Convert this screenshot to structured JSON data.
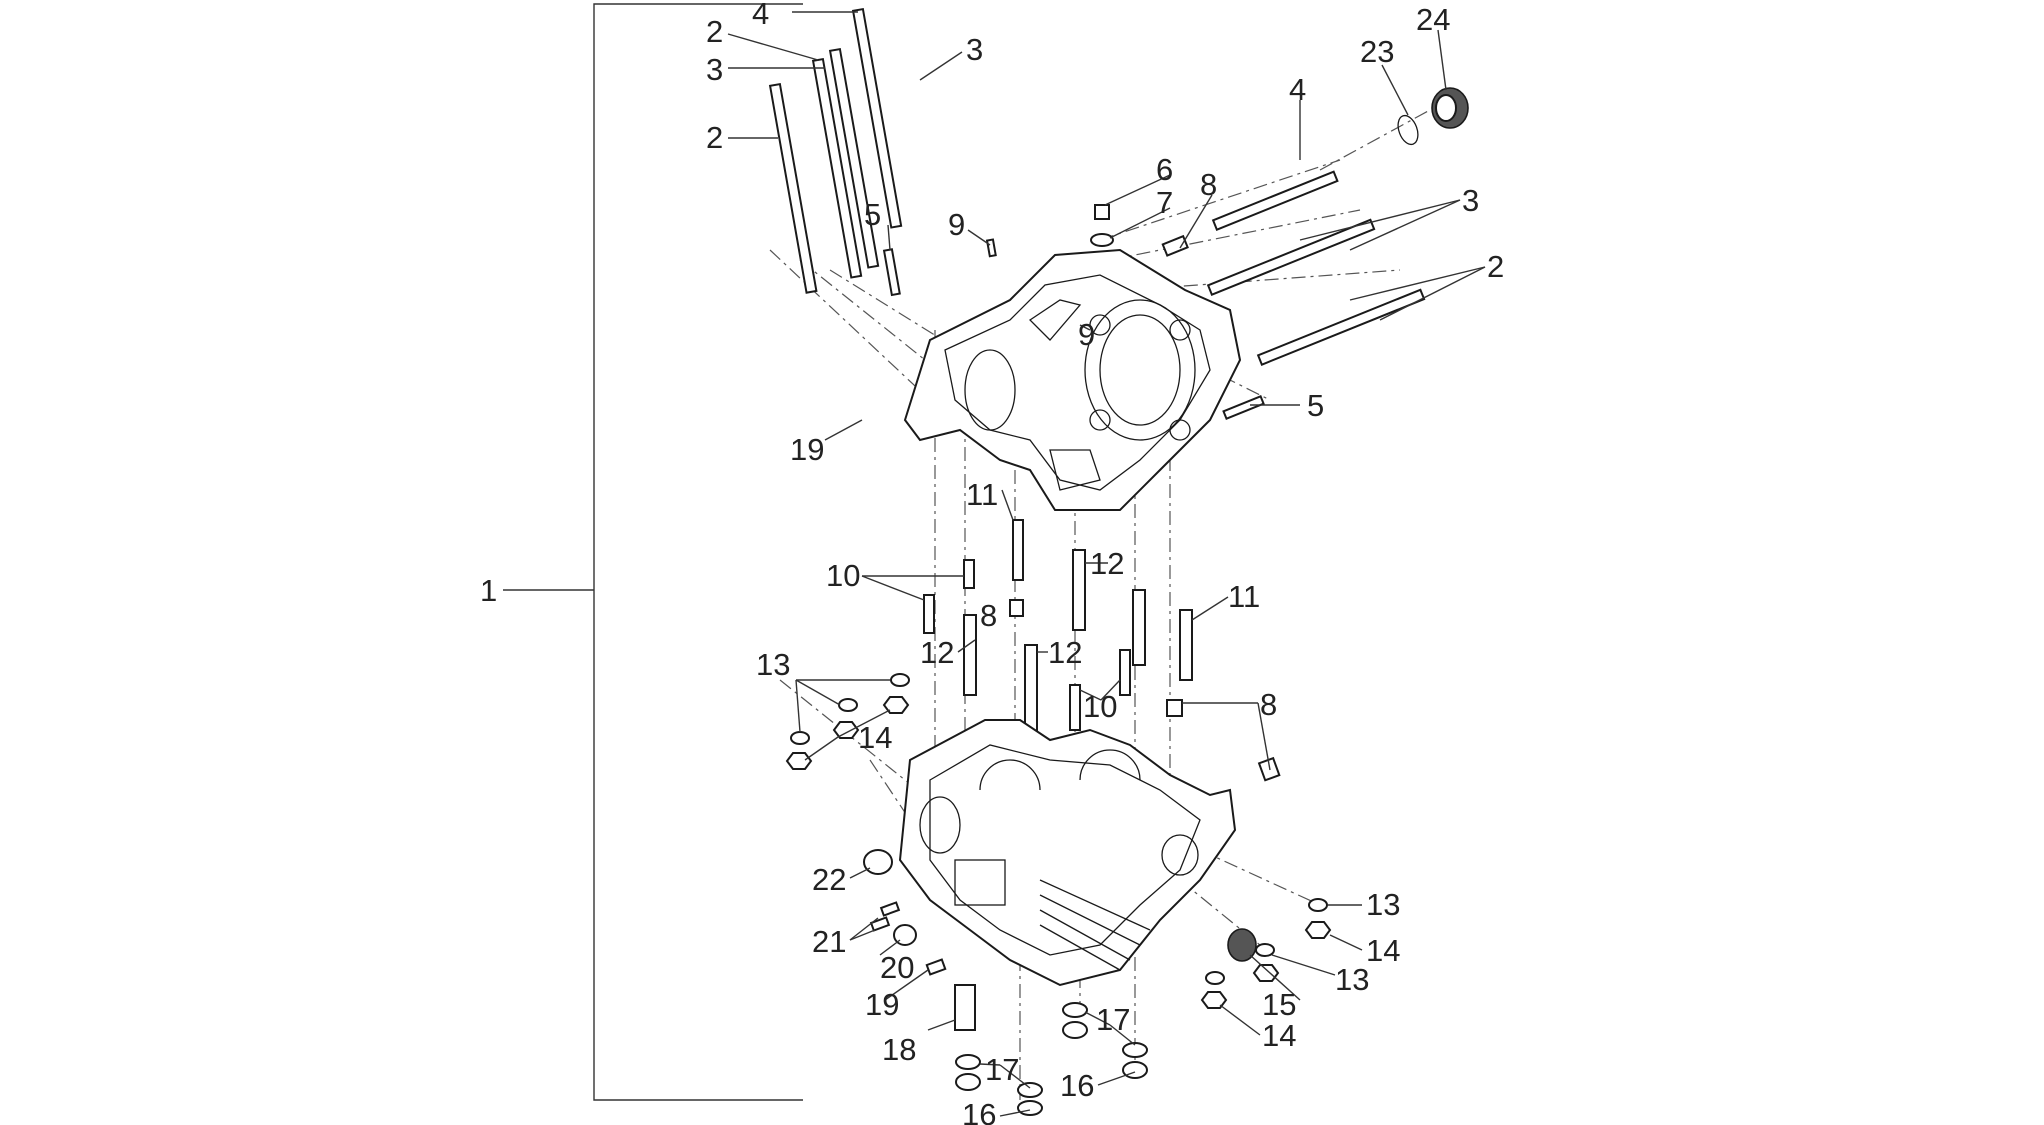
{
  "diagram": {
    "labels": [
      {
        "id": "c1",
        "text": "1"
      },
      {
        "id": "c2a",
        "text": "2"
      },
      {
        "id": "c2b",
        "text": "2"
      },
      {
        "id": "c2c",
        "text": "2"
      },
      {
        "id": "c3a",
        "text": "3"
      },
      {
        "id": "c3b",
        "text": "3"
      },
      {
        "id": "c3c",
        "text": "3"
      },
      {
        "id": "c4a",
        "text": "4"
      },
      {
        "id": "c4b",
        "text": "4"
      },
      {
        "id": "c5a",
        "text": "5"
      },
      {
        "id": "c5b",
        "text": "5"
      },
      {
        "id": "c6",
        "text": "6"
      },
      {
        "id": "c7",
        "text": "7"
      },
      {
        "id": "c8a",
        "text": "8"
      },
      {
        "id": "c8b",
        "text": "8"
      },
      {
        "id": "c8c",
        "text": "8"
      },
      {
        "id": "c9a",
        "text": "9"
      },
      {
        "id": "c9b",
        "text": "9"
      },
      {
        "id": "c10a",
        "text": "10"
      },
      {
        "id": "c10b",
        "text": "10"
      },
      {
        "id": "c11a",
        "text": "11"
      },
      {
        "id": "c11b",
        "text": "11"
      },
      {
        "id": "c12a",
        "text": "12"
      },
      {
        "id": "c12b",
        "text": "12"
      },
      {
        "id": "c12c",
        "text": "12"
      },
      {
        "id": "c13a",
        "text": "13"
      },
      {
        "id": "c13b",
        "text": "13"
      },
      {
        "id": "c13c",
        "text": "13"
      },
      {
        "id": "c14a",
        "text": "14"
      },
      {
        "id": "c14b",
        "text": "14"
      },
      {
        "id": "c14c",
        "text": "14"
      },
      {
        "id": "c15",
        "text": "15"
      },
      {
        "id": "c16a",
        "text": "16"
      },
      {
        "id": "c16b",
        "text": "16"
      },
      {
        "id": "c17a",
        "text": "17"
      },
      {
        "id": "c17b",
        "text": "17"
      },
      {
        "id": "c18",
        "text": "18"
      },
      {
        "id": "c19a",
        "text": "19"
      },
      {
        "id": "c19b",
        "text": "19"
      },
      {
        "id": "c20",
        "text": "20"
      },
      {
        "id": "c21",
        "text": "21"
      },
      {
        "id": "c22",
        "text": "22"
      },
      {
        "id": "c23",
        "text": "23"
      },
      {
        "id": "c24",
        "text": "24"
      }
    ]
  }
}
